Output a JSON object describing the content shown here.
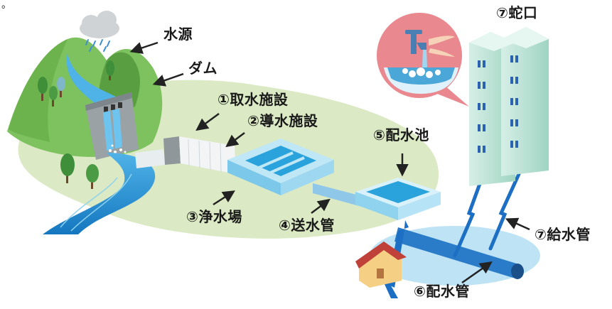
{
  "corner_mark": "。",
  "labels": {
    "water_source": "水源",
    "dam": "ダム",
    "intake": "①取水施設",
    "conveyance": "②導水施設",
    "purification": "③浄水場",
    "transmission": "④送水管",
    "reservoir": "⑤配水池",
    "distribution_main": "⑥配水管",
    "service_pipe": "⑦給水管",
    "faucet": "⑦蛇口"
  },
  "colors": {
    "ground": "#dbe9c4",
    "mountain": "#7ec15f",
    "mountain_dark": "#5a9e42",
    "river": "#1f8fd1",
    "dam": "#9aa2a6",
    "building": "#bfe2d6",
    "window": "#2b63b0",
    "pipe": "#1d6fc4",
    "basin": "#8fd3ee",
    "arrow": "#222222"
  }
}
